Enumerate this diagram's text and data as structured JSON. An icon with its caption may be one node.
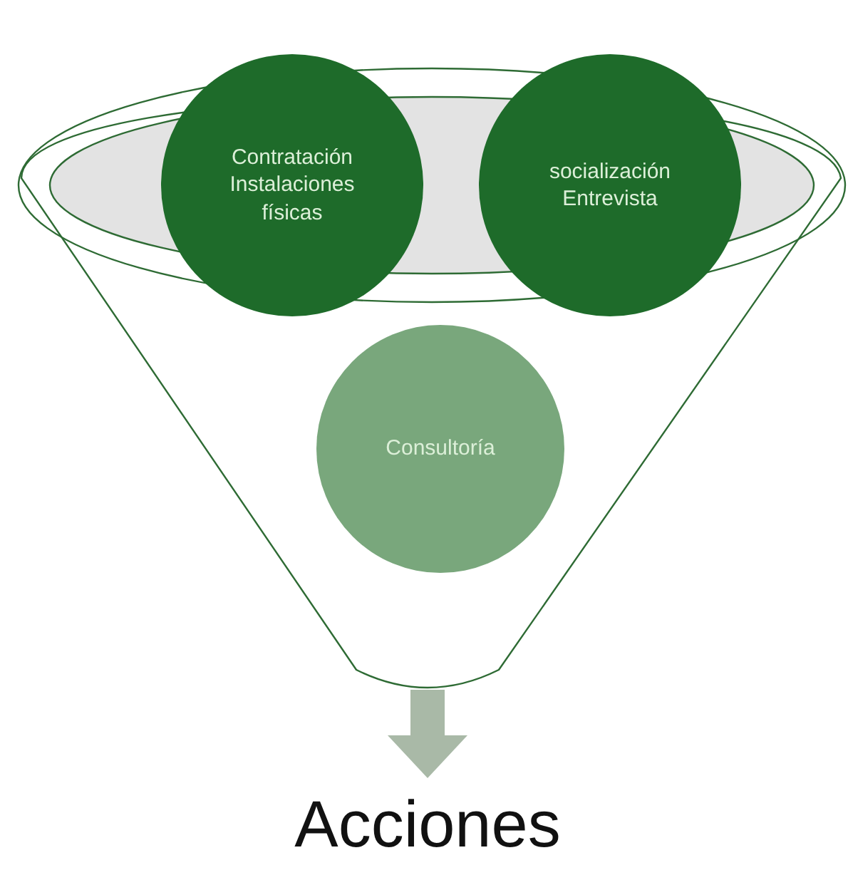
{
  "diagram": {
    "nodes": [
      {
        "text": [],
        "shape": "funnel"
      },
      {
        "text": [
          "Contratación Instalaciones físicas"
        ],
        "in": 0
      },
      {
        "text": [
          "socialización Entrevista"
        ],
        "in": 0
      },
      {
        "text": [
          "Consultoría"
        ],
        "in": 0
      },
      {
        "text": [
          "Acciones"
        ]
      }
    ],
    "edges": [
      {
        "from": 0,
        "to": 4,
        "arrow": "to"
      }
    ]
  }
}
